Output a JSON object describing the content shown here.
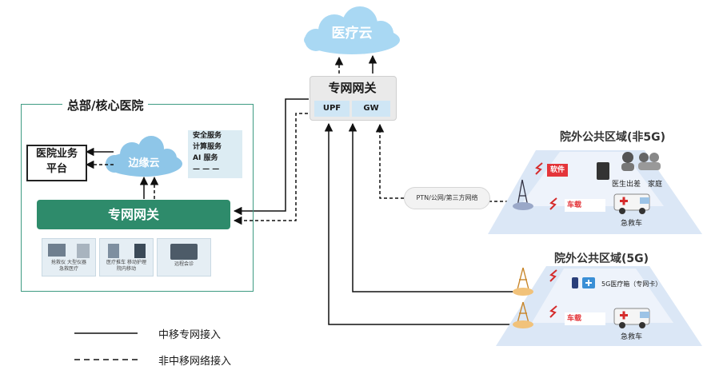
{
  "cloud": {
    "label": "医疗云"
  },
  "top_gateway": {
    "title": "专网网关",
    "ports": [
      "UPF",
      "GW"
    ]
  },
  "hq": {
    "title": "总部/核心医院",
    "business_platform": [
      "医院业务",
      "平台"
    ],
    "edge_cloud": "边缘云",
    "services": [
      "安全服务",
      "计算服务",
      "AI 服务",
      "— — —"
    ],
    "gateway": "专网网关",
    "devices": [
      {
        "items": [
          "抢救仪",
          "大型仪器"
        ],
        "group": "急救医疗"
      },
      {
        "items": [
          "医疗推车",
          "移动护理"
        ],
        "group": "院内移动"
      },
      {
        "items": [
          "远程会诊"
        ],
        "group": ""
      }
    ]
  },
  "ptn_label": "PTN/公网/第三方网络",
  "region_non5g": {
    "title": "院外公共区域(非5G)",
    "tag_software": "软件",
    "tag_vehicle": "车载",
    "family_doctor": "医生出差",
    "family": "家庭",
    "ambulance": "急救车"
  },
  "region_5g": {
    "title": "院外公共区域(5G)",
    "box_label": "5G医疗箱（专网卡）",
    "tag_vehicle": "车载",
    "ambulance": "急救车"
  },
  "legend": [
    {
      "style": "solid",
      "label": "中移专网接入"
    },
    {
      "style": "dashed",
      "label": "非中移网络接入"
    }
  ],
  "colors": {
    "accent": "#2e8b6b",
    "cloud": "#9bd0f0",
    "tag": "#e4353a",
    "port": "#cfe6f5"
  }
}
